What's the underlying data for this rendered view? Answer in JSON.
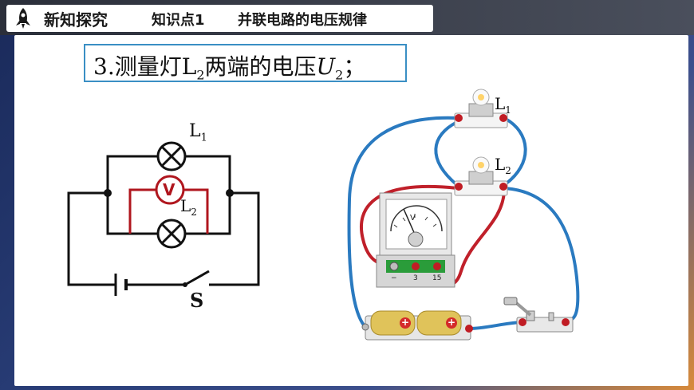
{
  "header": {
    "section_label": "新知探究",
    "topic_label": "知识点1",
    "topic_title": "并联电路的电压规律"
  },
  "task": {
    "prefix": "3.测量灯L",
    "lamp_sub": "2",
    "middle": "两端的电压",
    "var": "U",
    "var_sub": "2",
    "suffix": "；"
  },
  "schematic": {
    "lamp1_label": "L",
    "lamp1_sub": "1",
    "lamp2_label": "L",
    "lamp2_sub": "2",
    "voltmeter_symbol": "V",
    "switch_label": "S"
  },
  "apparatus": {
    "lamp1_label": "L",
    "lamp1_sub": "1",
    "lamp2_label": "L",
    "lamp2_sub": "2",
    "meter_unit": "V",
    "terminal_minus": "−",
    "terminal_3": "3",
    "terminal_15": "15",
    "battery_plus_1": "+",
    "battery_plus_2": "+"
  },
  "colors": {
    "wire_blue": "#2a7ac0",
    "wire_red": "#c0202a",
    "circuit_black": "#111111",
    "voltmeter_red": "#b0161e"
  }
}
